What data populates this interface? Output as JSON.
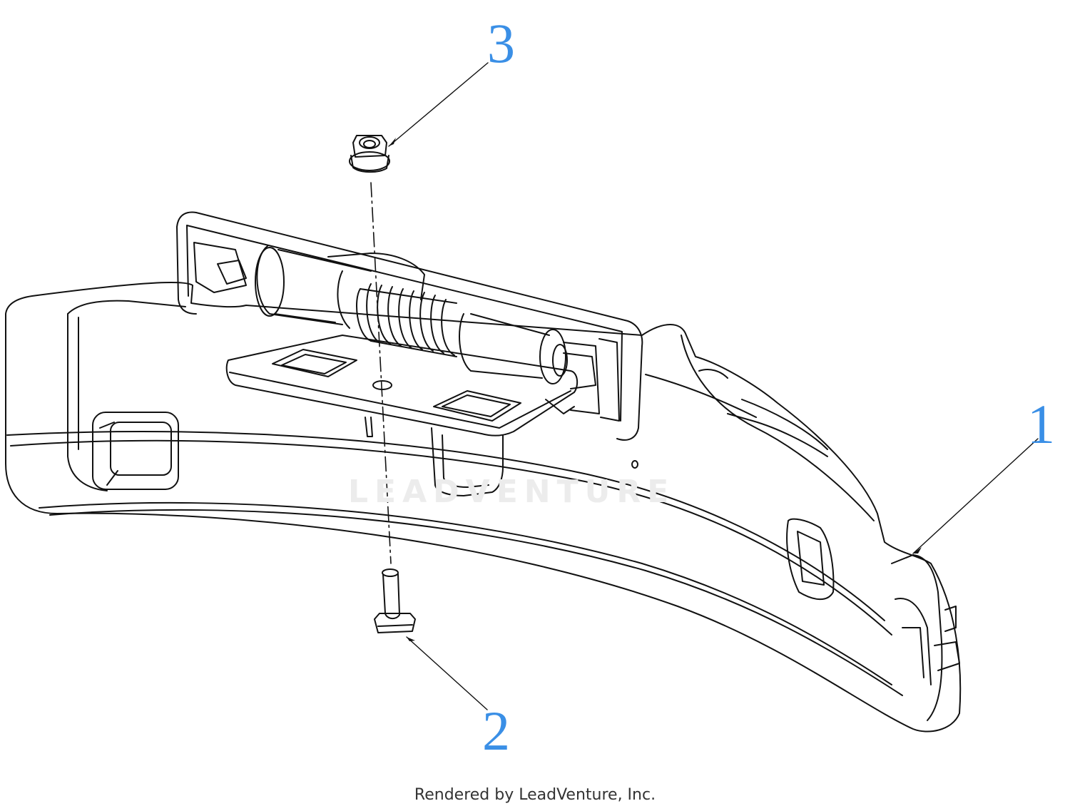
{
  "callouts": {
    "part_1": "1",
    "part_2": "2",
    "part_3": "3"
  },
  "watermark": "LEADVENTURE",
  "footer": "Rendered by LeadVenture, Inc.",
  "colors": {
    "callout": "#3a8fe6",
    "line": "#111111",
    "watermark": "#ececec"
  }
}
